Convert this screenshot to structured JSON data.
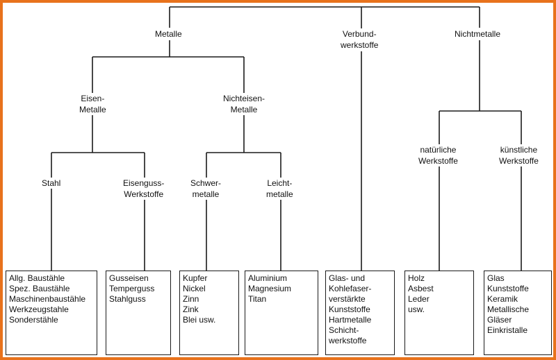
{
  "colors": {
    "frame": "#e8721c",
    "lines": "#1a1a1a"
  },
  "nodes": {
    "metalle": "Metalle",
    "verbund_1": "Verbund-",
    "verbund_2": "werkstoffe",
    "nichtmetalle": "Nichtmetalle",
    "eisen_1": "Eisen-",
    "eisen_2": "Metalle",
    "nichteisen_1": "Nichteisen-",
    "nichteisen_2": "Metalle",
    "stahl": "Stahl",
    "eisenguss_1": "Eisenguss-",
    "eisenguss_2": "Werkstoffe",
    "schwer_1": "Schwer-",
    "schwer_2": "metalle",
    "leicht_1": "Leicht-",
    "leicht_2": "metalle",
    "natuerlich_1": "natürliche",
    "natuerlich_2": "Werkstoffe",
    "kuenstlich_1": "künstliche",
    "kuenstlich_2": "Werkstoffe"
  },
  "boxes": {
    "stahl": [
      "Allg. Baustähle",
      "Spez. Baustähle",
      "Maschinenbaustähle",
      "Werkzeugstahle",
      "Sonderstähle"
    ],
    "eisenguss": [
      "Gusseisen",
      "Temperguss",
      "Stahlguss"
    ],
    "schwer": [
      "Kupfer",
      "Nickel",
      "Zinn",
      "Zink",
      "Blei usw."
    ],
    "leicht": [
      "Aluminium",
      "Magnesium",
      "Titan"
    ],
    "verbund": [
      "Glas- und",
      "Kohlefaser-",
      "verstärkte",
      "Kunststoffe",
      "Hartmetalle",
      "Schicht-",
      "werkstoffe"
    ],
    "natuerlich": [
      "Holz",
      "Asbest",
      "Leder",
      "usw."
    ],
    "kuenstlich": [
      "Glas",
      "Kunststoffe",
      "Keramik",
      "Metallische",
      "Gläser",
      "Einkristalle"
    ]
  }
}
